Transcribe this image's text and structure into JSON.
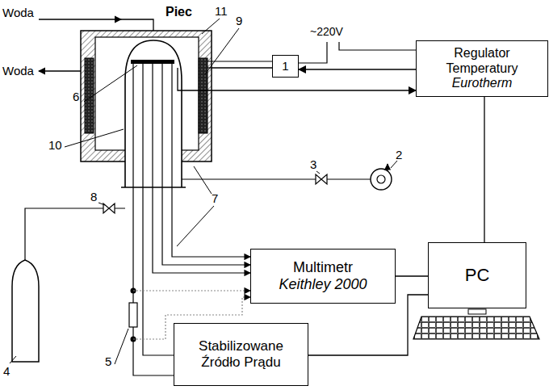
{
  "diagram": {
    "nodes": [
      {
        "text": [
          "Piec"
        ]
      },
      {
        "text": [
          "1"
        ]
      },
      {
        "text": [
          "Regulator Temperatury",
          "Eurotherm"
        ]
      },
      {
        "text": [
          "Multimetr",
          "Keithley 2000"
        ]
      },
      {
        "text": [
          "PC"
        ]
      },
      {
        "text": [
          "Stabilizowane Źródło Prądu"
        ]
      }
    ],
    "edges": [
      {
        "from": 2,
        "to": 1,
        "arrow": "to"
      },
      {
        "from": 0,
        "to": 2,
        "arrow": "to"
      },
      {
        "from": 1,
        "to": 0,
        "arrow": "none"
      },
      {
        "from": 2,
        "to": 4,
        "arrow": "none"
      },
      {
        "from": 3,
        "to": 4,
        "arrow": "none"
      },
      {
        "from": 5,
        "to": 4,
        "arrow": "none"
      }
    ],
    "labels": [
      "Woda",
      "Woda",
      "~220V",
      "11",
      "9",
      "6",
      "10",
      "7",
      "8",
      "2",
      "3",
      "4",
      "5"
    ]
  }
}
